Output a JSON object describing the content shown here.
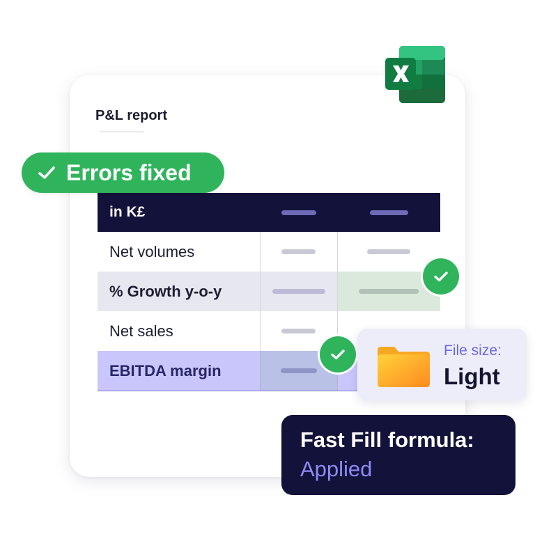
{
  "report": {
    "title": "P&L report",
    "app_icon": "excel-icon"
  },
  "errors_badge": {
    "label": "Errors fixed",
    "icon": "checkmark-icon"
  },
  "table": {
    "header_label": "in K£",
    "rows": [
      {
        "label": "Net volumes"
      },
      {
        "label": "% Growth y-o-y"
      },
      {
        "label": "Net sales"
      },
      {
        "label": "EBITDA margin"
      }
    ]
  },
  "file_card": {
    "label": "File size:",
    "value": "Light",
    "icon": "folder-icon"
  },
  "formula_card": {
    "title": "Fast Fill formula:",
    "status": "Applied"
  },
  "colors": {
    "navy": "#13123a",
    "green": "#2fb45c",
    "lavender": "#c9c6fb",
    "accent_text": "#8f8af5"
  }
}
